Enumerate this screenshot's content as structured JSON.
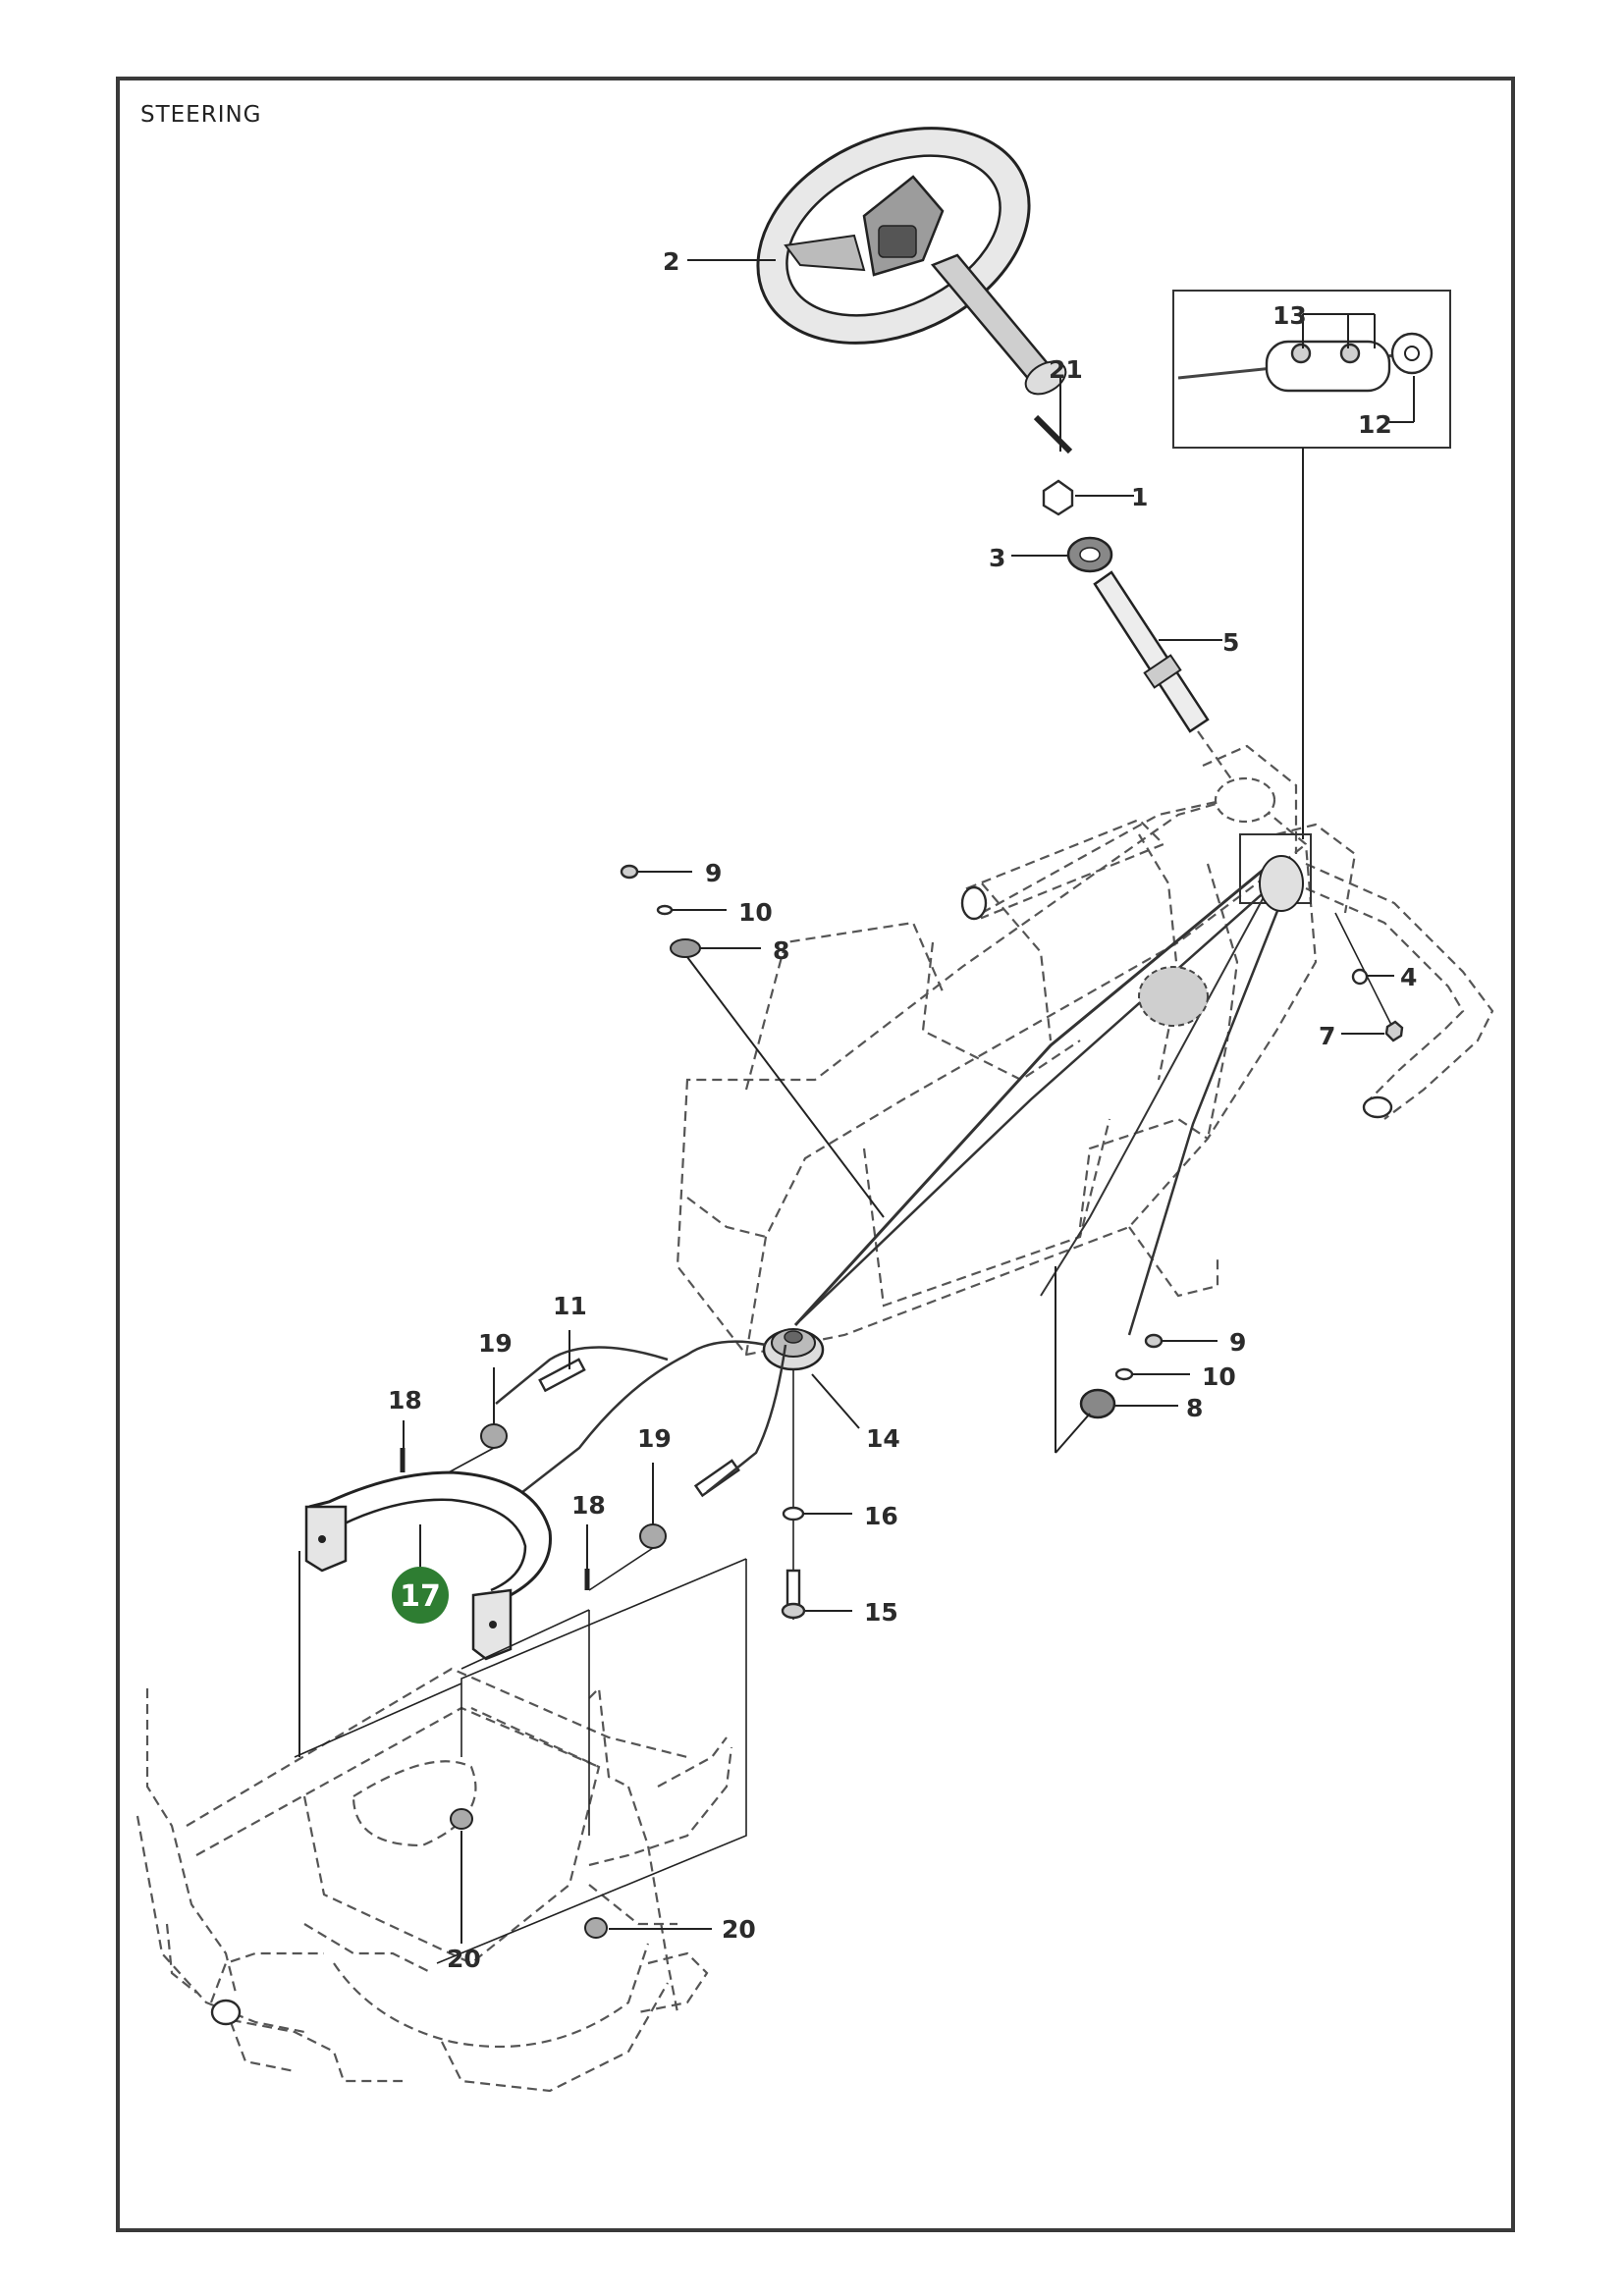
{
  "title": "STEERING",
  "highlight": {
    "label": "17",
    "color": "#2e7d32"
  },
  "callouts": {
    "c1": "1",
    "c2": "2",
    "c3": "3",
    "c4": "4",
    "c5": "5",
    "c7": "7",
    "c8a": "8",
    "c8b": "8",
    "c9a": "9",
    "c9b": "9",
    "c10a": "10",
    "c10b": "10",
    "c11": "11",
    "c12": "12",
    "c13": "13",
    "c14": "14",
    "c15": "15",
    "c16": "16",
    "c18a": "18",
    "c18b": "18",
    "c19a": "19",
    "c19b": "19",
    "c20a": "20",
    "c20b": "20",
    "c21": "21"
  }
}
